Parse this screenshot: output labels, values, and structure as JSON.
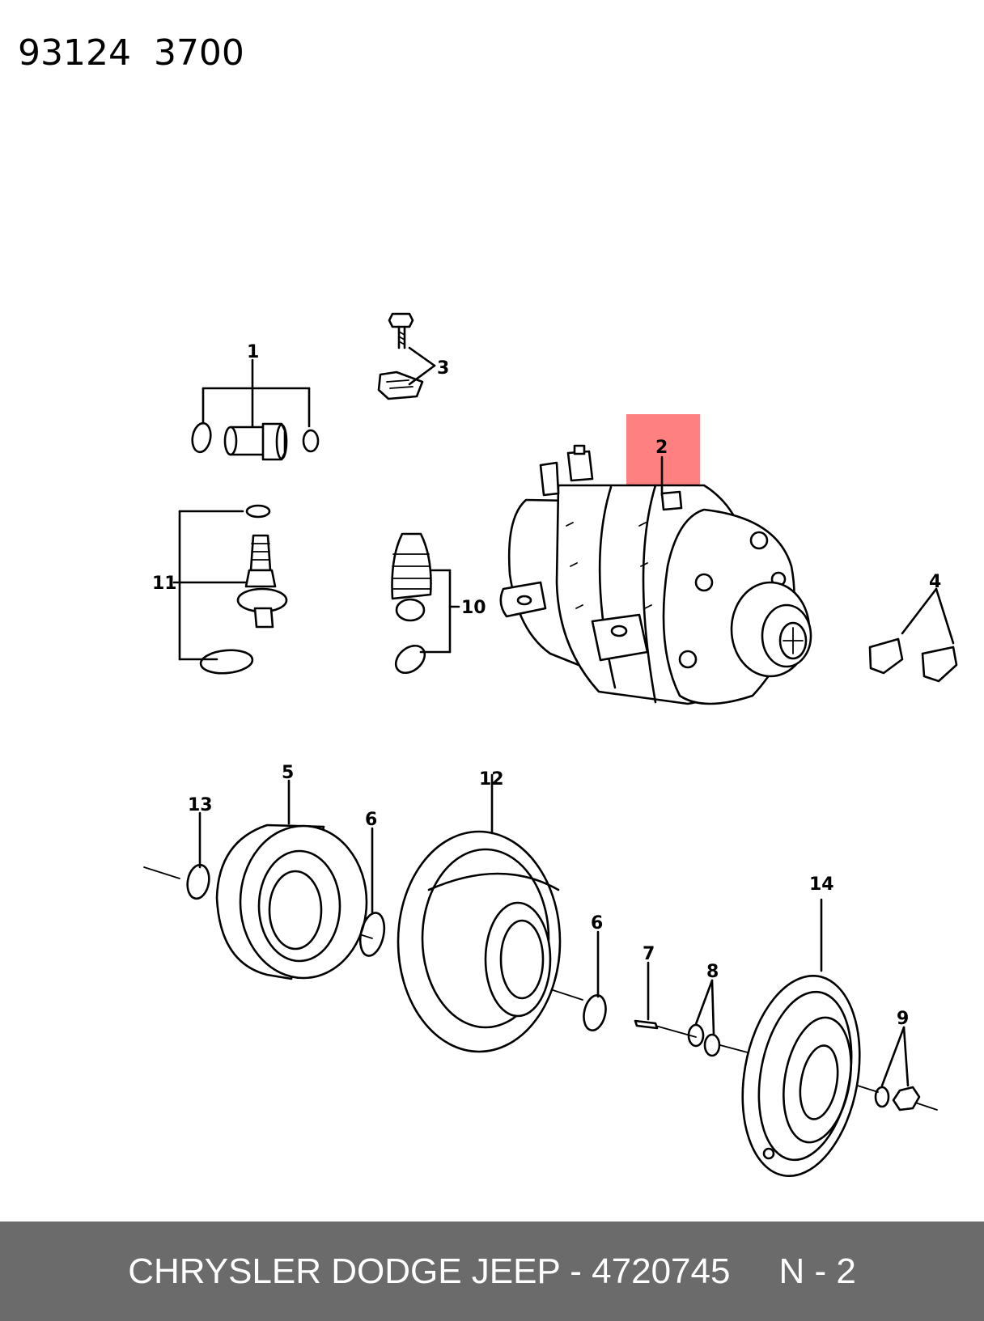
{
  "header": {
    "code": "93124  3700"
  },
  "callouts": [
    {
      "id": "1",
      "label": "1"
    },
    {
      "id": "2",
      "label": "2"
    },
    {
      "id": "3",
      "label": "3"
    },
    {
      "id": "4",
      "label": "4"
    },
    {
      "id": "5",
      "label": "5"
    },
    {
      "id": "6a",
      "label": "6"
    },
    {
      "id": "6b",
      "label": "6"
    },
    {
      "id": "7",
      "label": "7"
    },
    {
      "id": "8",
      "label": "8"
    },
    {
      "id": "9",
      "label": "9"
    },
    {
      "id": "10",
      "label": "10"
    },
    {
      "id": "11",
      "label": "11"
    },
    {
      "id": "12",
      "label": "12"
    },
    {
      "id": "13",
      "label": "13"
    },
    {
      "id": "14",
      "label": "14"
    }
  ],
  "highlight": {
    "callout": "2",
    "color": "#ff8080"
  },
  "footer": {
    "part_text": "CHRYSLER DODGE JEEP - 4720745",
    "position_text": "N - 2",
    "background": "#6b6b6b"
  }
}
